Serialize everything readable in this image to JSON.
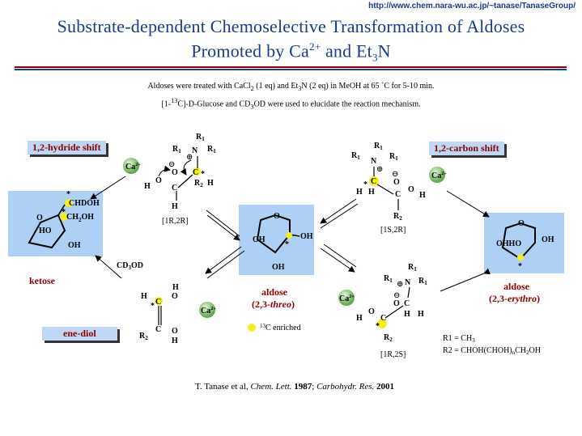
{
  "header": {
    "url": "http://www.chem.nara-wu.ac.jp/~tanase/TanaseGroup/",
    "title_line1": "Substrate-dependent Chemoselective Transformation of Aldoses",
    "title_line2_a": "Promoted by Ca",
    "title_line2_sup": "2+",
    "title_line2_b": " and Et",
    "title_line2_sub": "3",
    "title_line2_c": "N"
  },
  "conditions": {
    "line1_a": "Aldoses were treated with CaCl",
    "line1_sub1": "2",
    "line1_b": " (1 eq) and Et",
    "line1_sub2": "3",
    "line1_c": "N (2 eq) in MeOH at 65 ˚C for 5-10 min.",
    "line2_a": "[1-",
    "line2_sup": "13",
    "line2_b": "C]-D-Glucose and CD",
    "line2_sub": "3",
    "line2_c": "OD were used to elucidate the reaction mechanism."
  },
  "labels": {
    "hydride_shift": "1,2-hydride shift",
    "carbon_shift": "1,2-carbon shift",
    "ketose": "ketose",
    "enediol": "ene-diol",
    "cd3od": "CD₃OD",
    "aldose_threo_a": "aldose",
    "aldose_threo_b": "(2,3-",
    "aldose_threo_i": "threo",
    "aldose_threo_c": ")",
    "aldose_erythro_a": "aldose",
    "aldose_erythro_b": "(2,3-",
    "aldose_erythro_i": "erythro",
    "aldose_erythro_c": ")",
    "c13_enriched": "13C enriched",
    "stereo_1r2r": "[1R,2R]",
    "stereo_1s2r": "[1S,2R]",
    "stereo_1r2s": "[1R,2S]",
    "r1_def": "R1 = CH3",
    "r2_def": "R2 = CHOH(CHOH)nCH2OH"
  },
  "reference": {
    "text_a": "T. Tanase et al, ",
    "journal1": "Chem. Lett.",
    "year1": " 1987",
    "sep": "; ",
    "journal2": "Carbohydr. Res.",
    "year2": " 2001"
  },
  "colors": {
    "title": "#1a3a8a",
    "box_label_text": "#8b0000",
    "box_label_bg": "#bfd7f2",
    "sugar_bg": "#aed0f4",
    "c13_dot": "#f2f21a",
    "ca_ball": "#7fbf5f"
  }
}
